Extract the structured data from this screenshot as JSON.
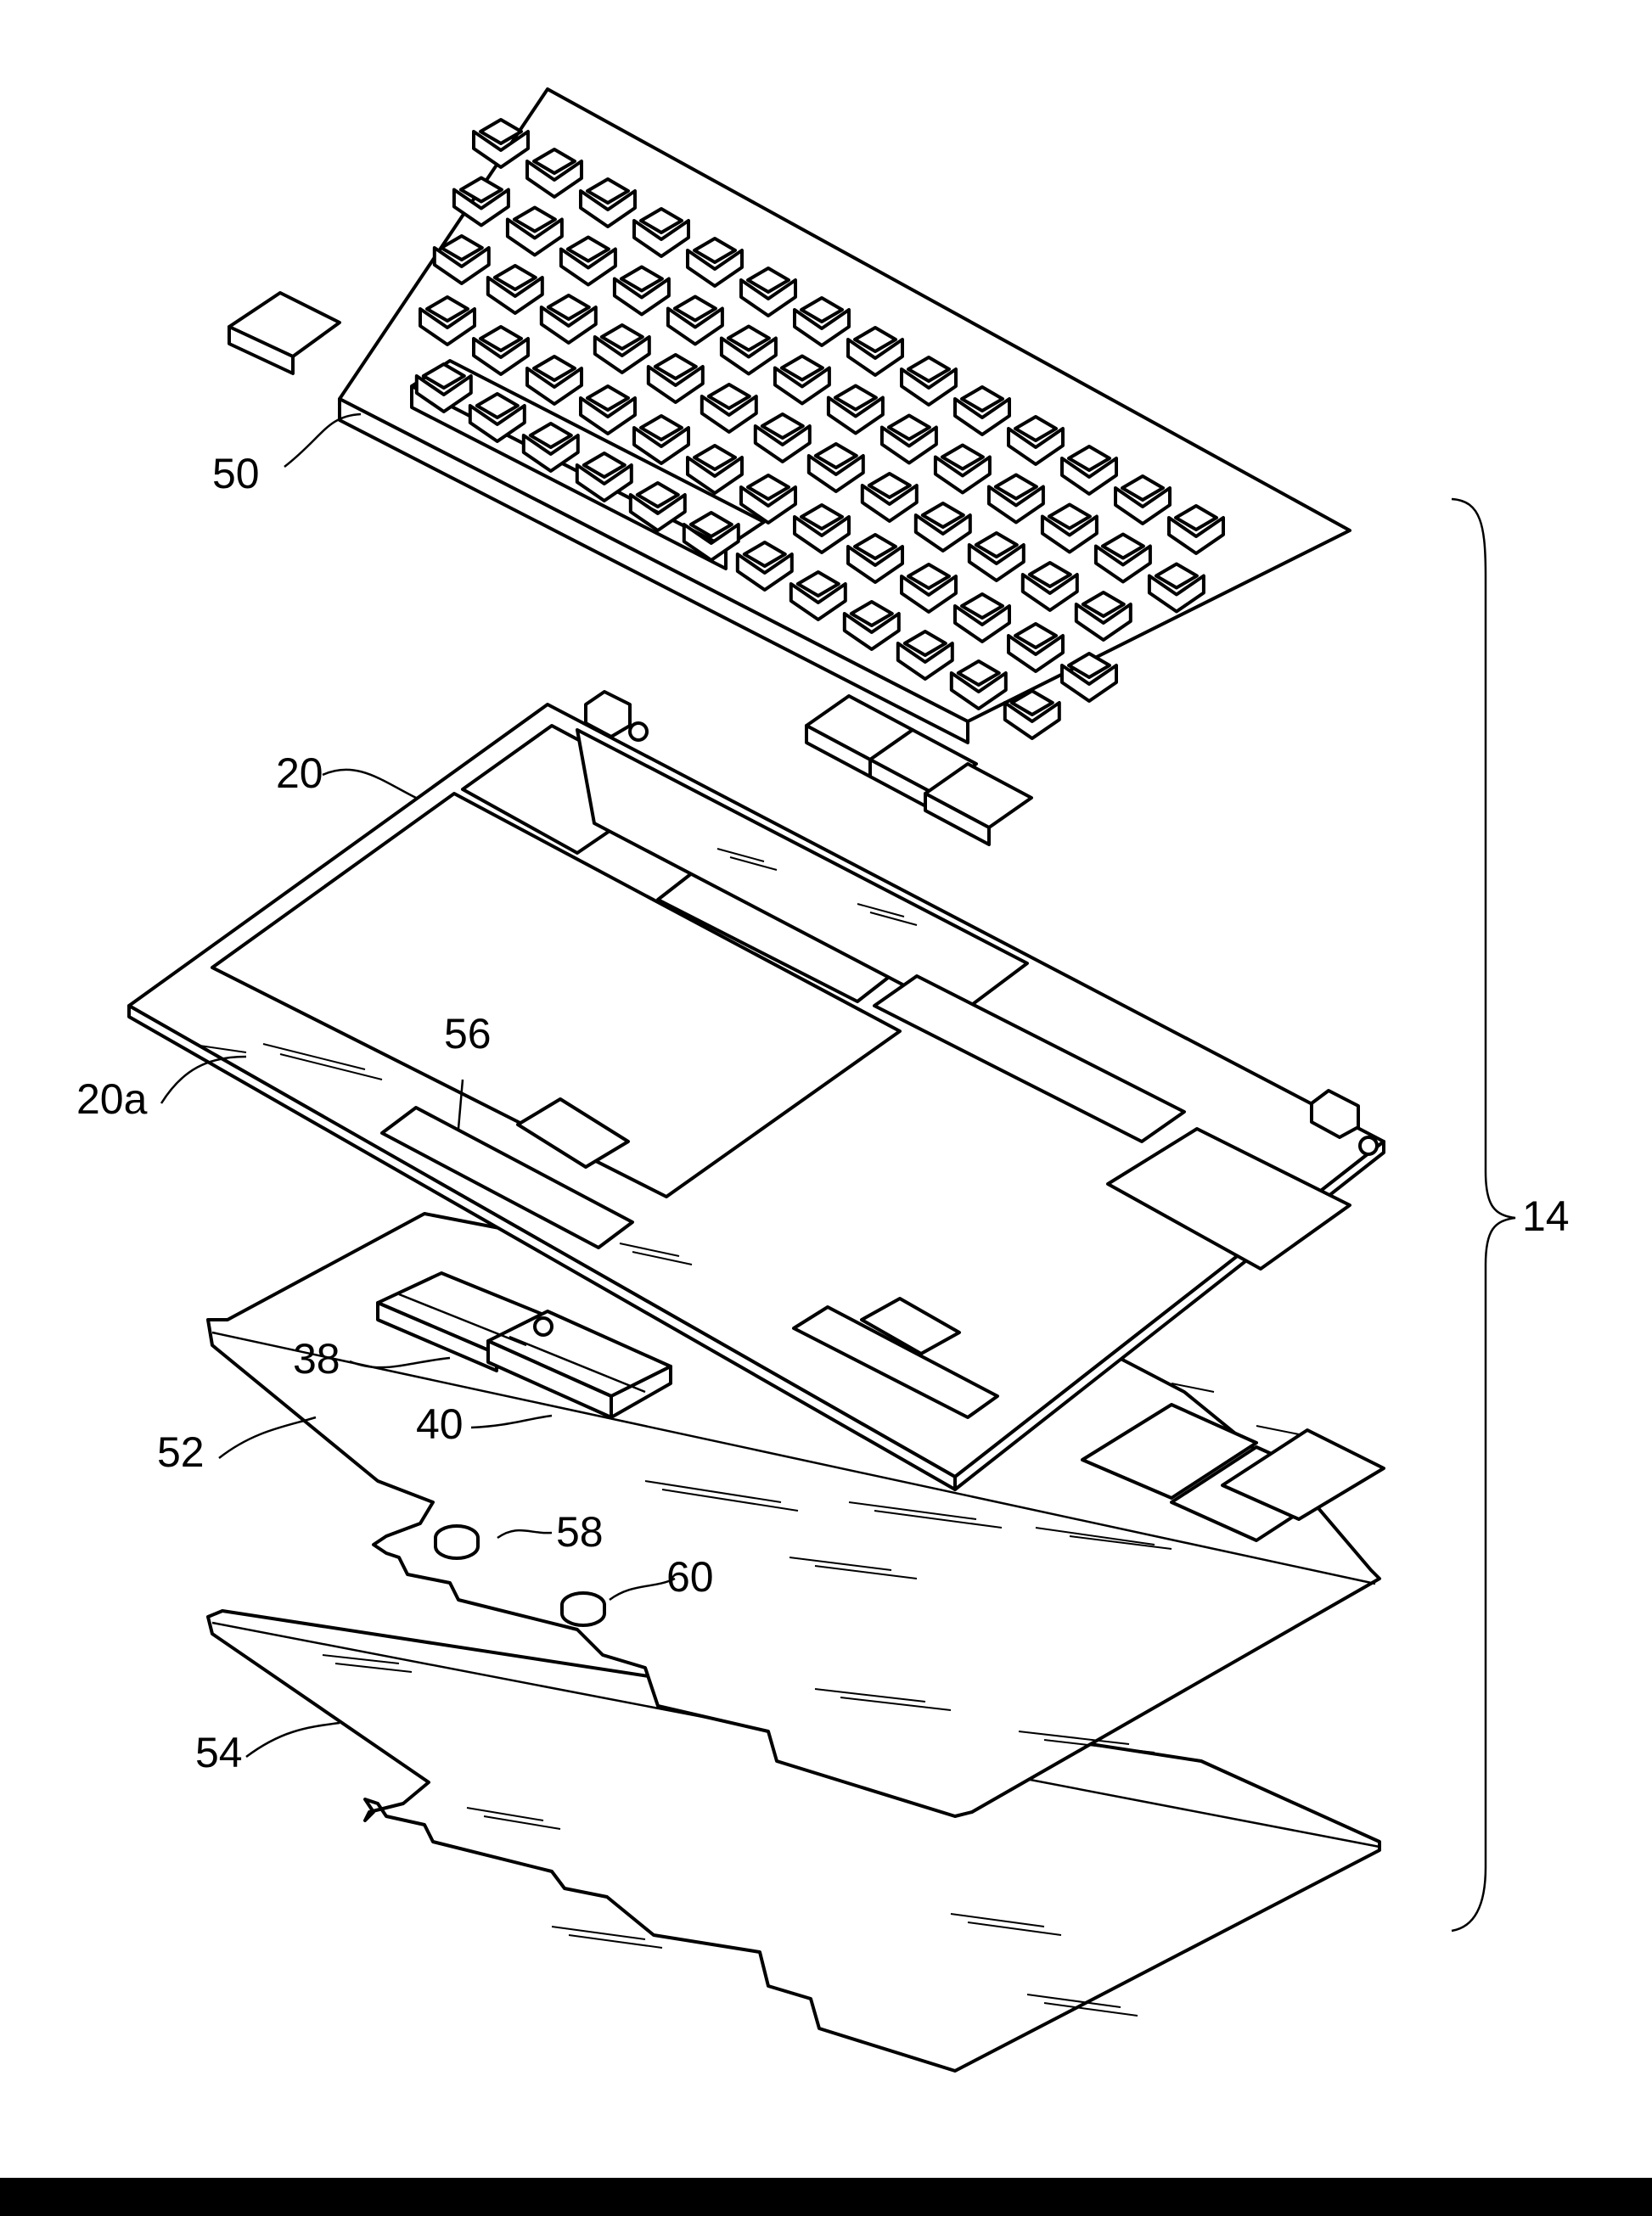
{
  "figure": {
    "labels": {
      "keyboard": "50",
      "frame": "20",
      "frame_edge": "20a",
      "assembly_bracket": "14",
      "opening": "56",
      "part_38": "38",
      "part_40": "40",
      "board_upper": "52",
      "board_lower": "54",
      "button_58": "58",
      "button_60": "60"
    },
    "colors": {
      "line": "#000000",
      "background": "#ffffff",
      "footer_bar": "#000000"
    }
  }
}
